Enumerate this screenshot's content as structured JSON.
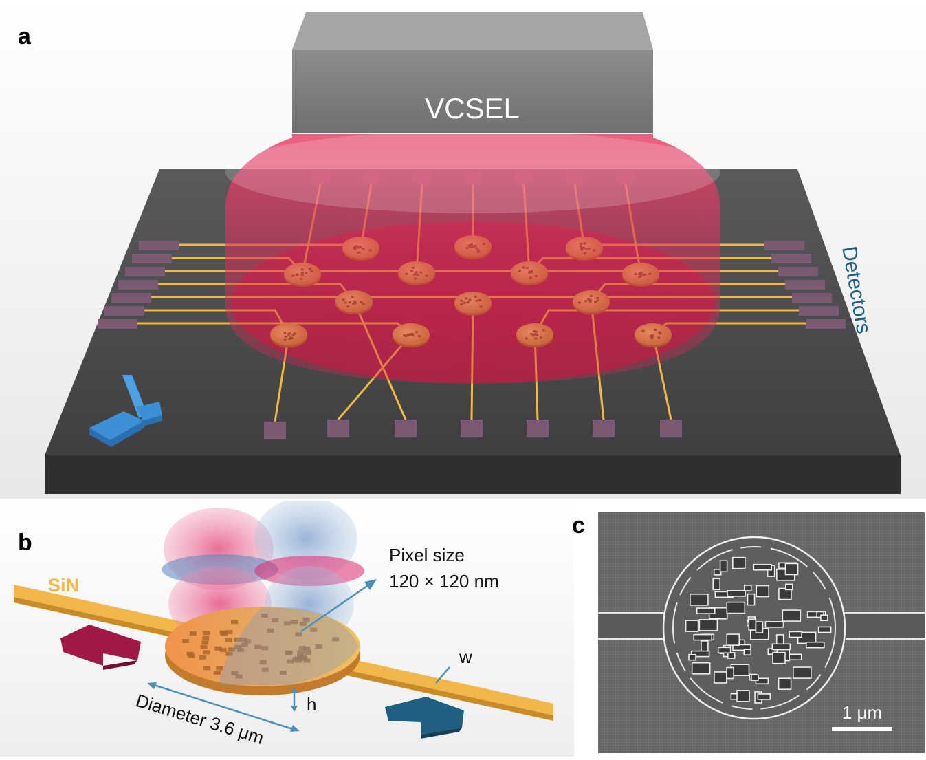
{
  "panel_a": {
    "letter": "a",
    "vcsel_label": "VCSEL",
    "detectors_label": "Detectors",
    "colors": {
      "substrate": "#4a4a4c",
      "beam": "#e0345c",
      "waveguide": "#f0b940",
      "pad": "#7a5a72",
      "source": "#3f8fd6"
    }
  },
  "panel_b": {
    "letter": "b",
    "material_label": "SiN",
    "pixel_size_line1": "Pixel size",
    "pixel_size_line2": "120 × 120 nm",
    "width_label": "w",
    "height_label": "h",
    "diameter_label": "Diameter 3.6 μm",
    "colors": {
      "waveguide": "#f2b64a",
      "input": "#a01848",
      "output": "#1f5f80",
      "arrow": "#4a90b8"
    }
  },
  "panel_c": {
    "letter": "c",
    "scale_label": "1 μm"
  }
}
